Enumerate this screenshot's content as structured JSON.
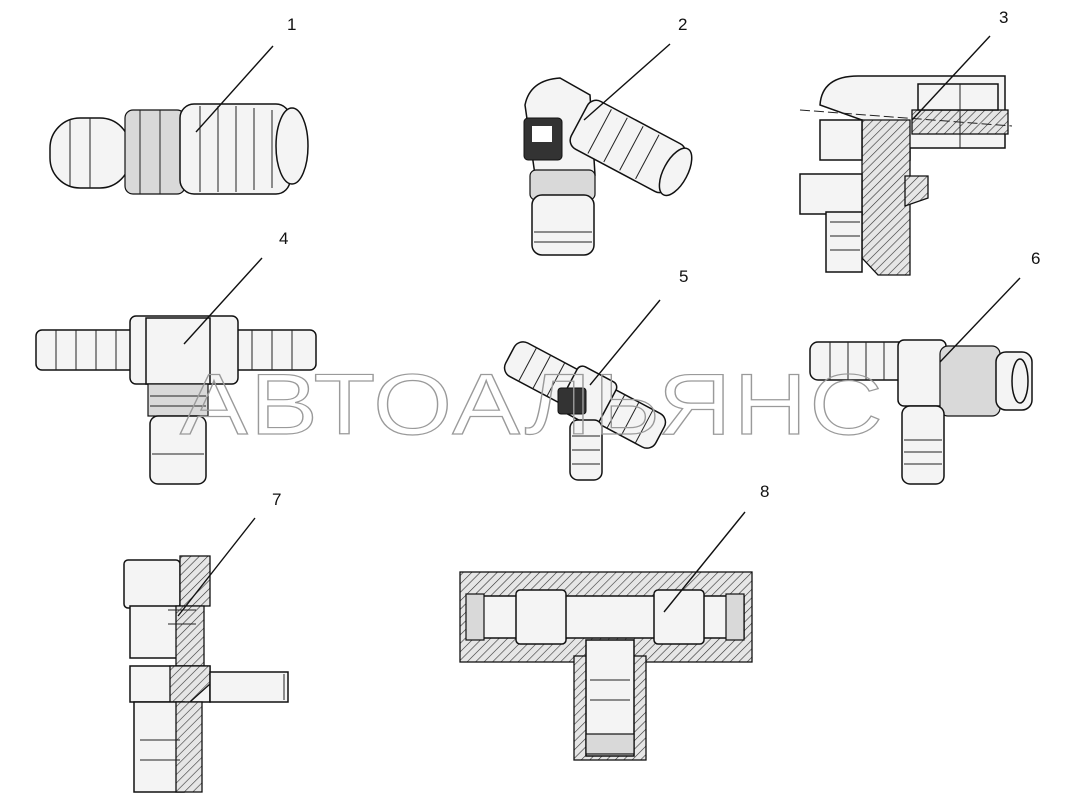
{
  "diagram": {
    "callouts": [
      "1",
      "2",
      "3",
      "4",
      "5",
      "6",
      "7",
      "8"
    ],
    "watermark": "АВТОАЛЬЯНС"
  },
  "colors": {
    "line": "#111111",
    "watermark": "#9a9a9a",
    "background": "#ffffff"
  }
}
